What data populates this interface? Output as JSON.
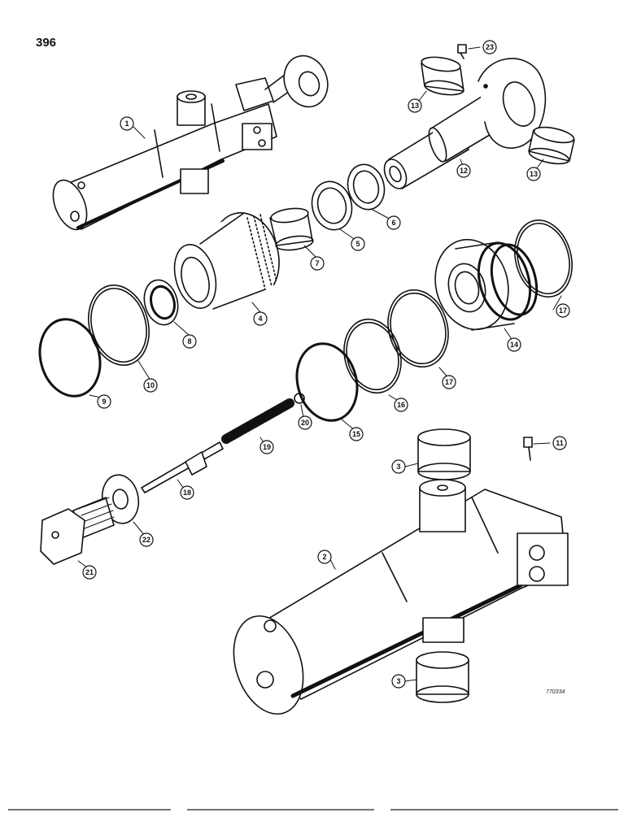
{
  "page_number": "396",
  "drawing_code": "770334",
  "callouts": [
    {
      "id": "c1",
      "label": "1"
    },
    {
      "id": "c2",
      "label": "2"
    },
    {
      "id": "c3a",
      "label": "3"
    },
    {
      "id": "c3b",
      "label": "3"
    },
    {
      "id": "c4",
      "label": "4"
    },
    {
      "id": "c5",
      "label": "5"
    },
    {
      "id": "c6",
      "label": "6"
    },
    {
      "id": "c7",
      "label": "7"
    },
    {
      "id": "c8",
      "label": "8"
    },
    {
      "id": "c9",
      "label": "9"
    },
    {
      "id": "c10",
      "label": "10"
    },
    {
      "id": "c11",
      "label": "11"
    },
    {
      "id": "c12",
      "label": "12"
    },
    {
      "id": "c13a",
      "label": "13"
    },
    {
      "id": "c13b",
      "label": "13"
    },
    {
      "id": "c14",
      "label": "14"
    },
    {
      "id": "c15",
      "label": "15"
    },
    {
      "id": "c16",
      "label": "16"
    },
    {
      "id": "c17a",
      "label": "17"
    },
    {
      "id": "c17b",
      "label": "17"
    },
    {
      "id": "c18",
      "label": "18"
    },
    {
      "id": "c19",
      "label": "19"
    },
    {
      "id": "c20",
      "label": "20"
    },
    {
      "id": "c21",
      "label": "21"
    },
    {
      "id": "c22",
      "label": "22"
    },
    {
      "id": "c23",
      "label": "23"
    }
  ]
}
